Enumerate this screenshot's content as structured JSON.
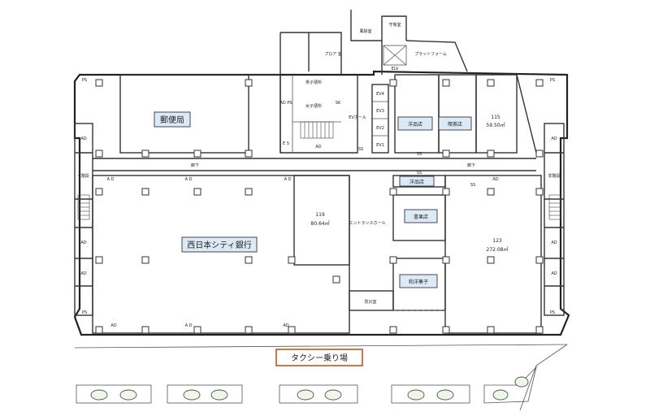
{
  "labels": {
    "post_office": "郵便局",
    "bank": "西日本シティ銀行",
    "yohin1": "洋品店",
    "kissa": "喫茶店",
    "yohin2": "洋品店",
    "kaju": "書果店",
    "wagashi": "和洋菓子",
    "taxi": "タクシー乗り場",
    "unit115": "115",
    "unit115_area": "59.50㎡",
    "unit119": "119",
    "unit119_area": "80.64㎡",
    "unit123": "123",
    "unit123_area": "272.08㎡",
    "entrance": "エントランスホール",
    "corridor_l": "廊下",
    "corridor_r": "廊下",
    "ev_hall": "EVホール",
    "platform": "プラットフォーム",
    "guard": "守衛室",
    "wind_room": "風除室",
    "floor_room": "プロア 室",
    "mens": "男子便所",
    "womens": "女子便所",
    "ev1": "EV1",
    "ev2": "EV2",
    "ev3": "EV3",
    "ev4": "EV4",
    "elv": "ELV",
    "disaster": "防災室",
    "ss1": "SS",
    "ss2": "SS",
    "ss3": "SS",
    "ss4": "SS",
    "ps_tl": "PS",
    "ps_tr": "PS",
    "ps_bl": "PS",
    "ps_br": "PS",
    "ps_ad": "AD PS",
    "ad_list": [
      "AD",
      "AD",
      "AD",
      "AD",
      "AD",
      "AD",
      "AD",
      "AD"
    ],
    "ad_small": [
      "A D",
      "A D",
      "A D",
      "AD",
      "AD",
      "AD",
      "A D",
      "E S"
    ],
    "c_stairs": "C階段",
    "stair_r": "非階段",
    "kanpu_ura": "階",
    "sk": "SK"
  }
}
